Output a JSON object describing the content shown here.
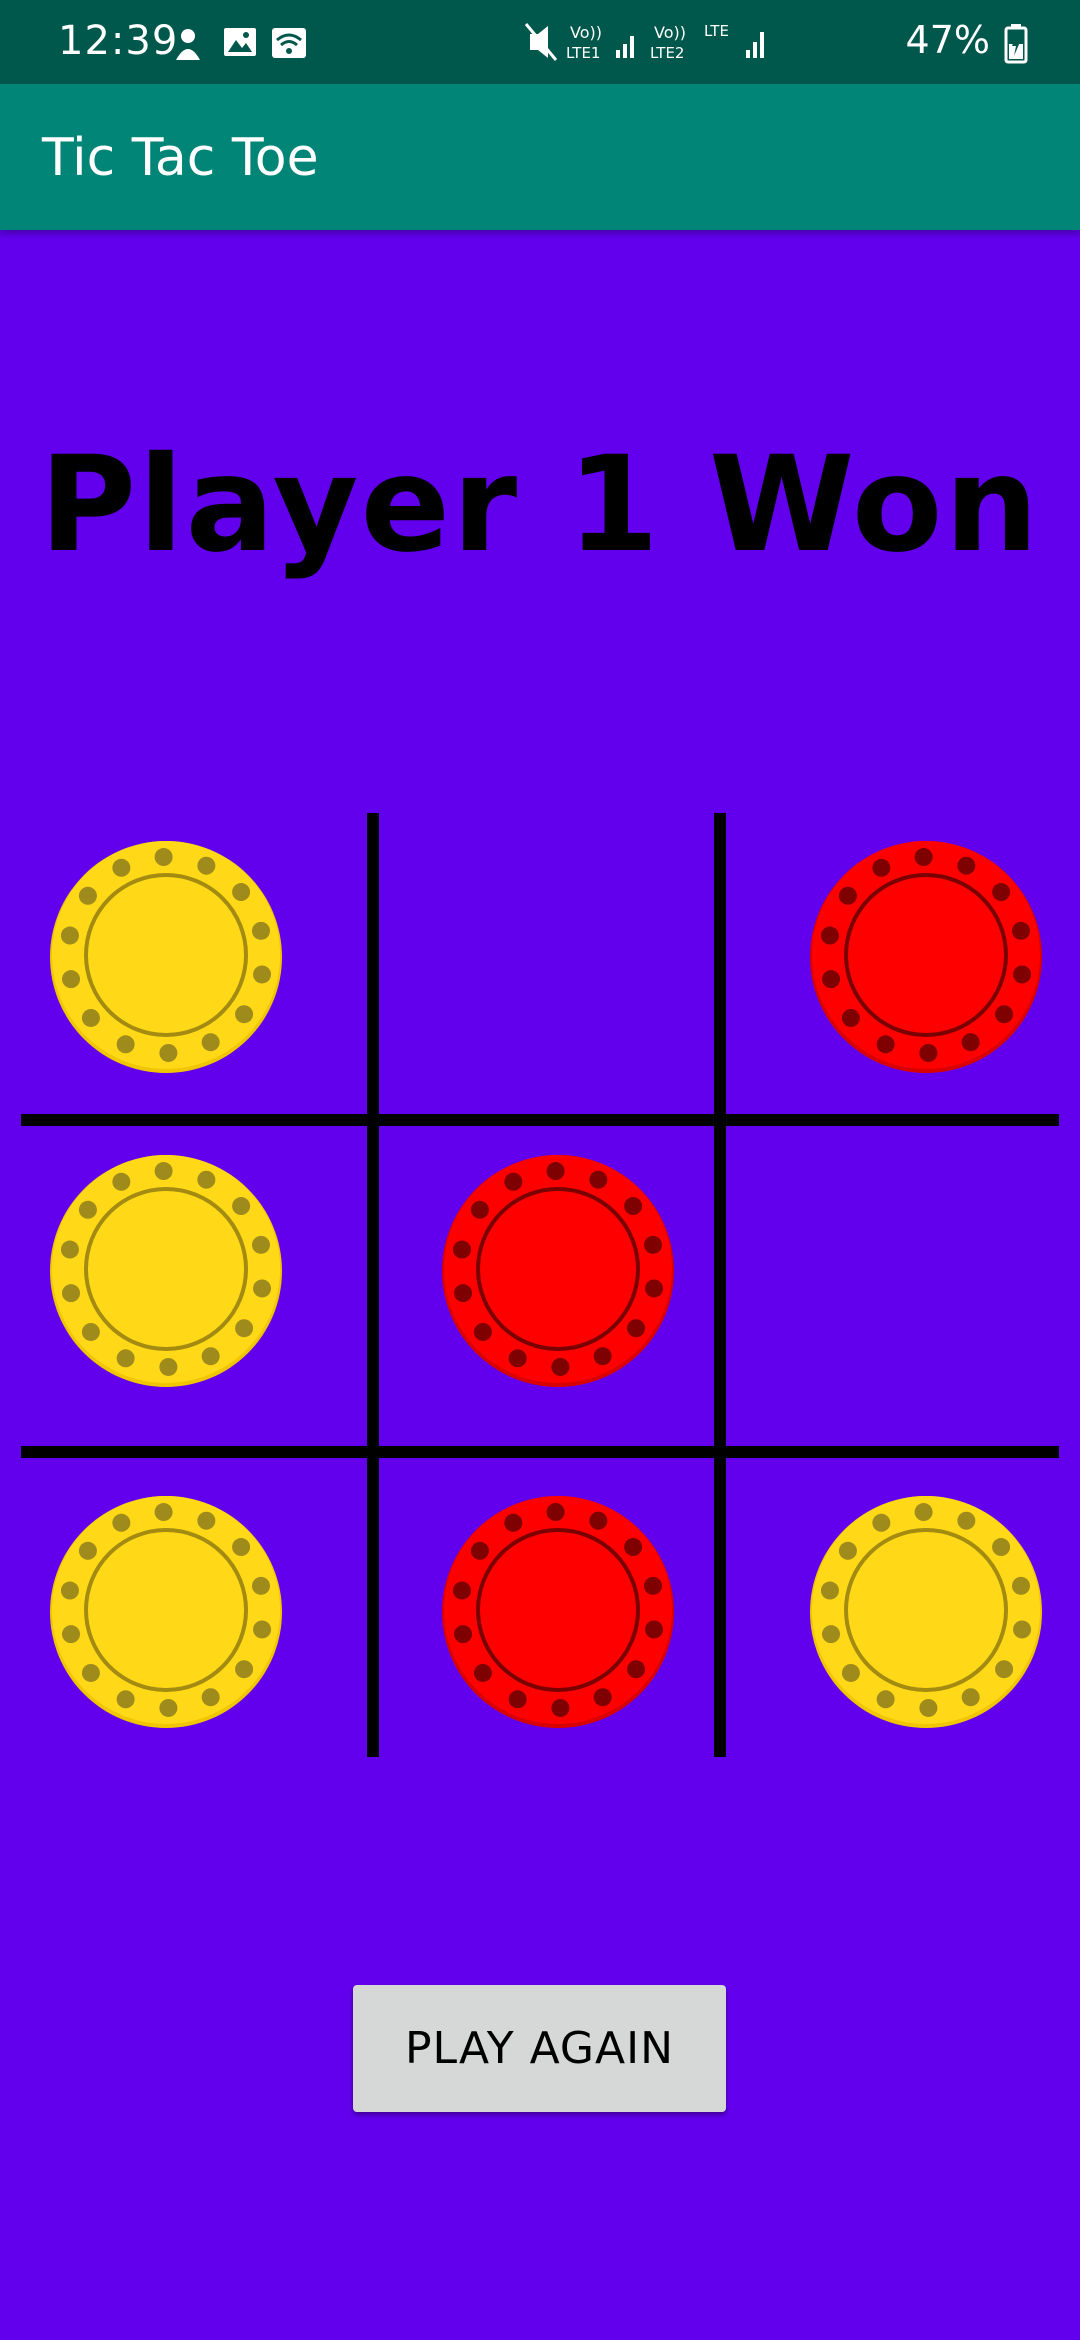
{
  "status_bar": {
    "time": "12:39",
    "left_icons": [
      "notification-icon",
      "image-icon",
      "wifi-icon"
    ],
    "right_icons": [
      "mute-icon",
      "lte1-signal-icon",
      "lte2-signal-icon",
      "battery-icon"
    ],
    "battery": "47%"
  },
  "app_bar": {
    "title": "Tic Tac Toe"
  },
  "game": {
    "result": "Player 1 Won",
    "board": [
      [
        "yellow",
        "",
        "red"
      ],
      [
        "yellow",
        "red",
        ""
      ],
      [
        "yellow",
        "red",
        "yellow"
      ]
    ],
    "colors": {
      "background": "#6200ee",
      "app_bar": "#008577",
      "status_bar": "#00574b",
      "yellow_chip": "#ffd918",
      "red_chip": "#ff0000"
    }
  },
  "play_again_label": "PLAY AGAIN"
}
